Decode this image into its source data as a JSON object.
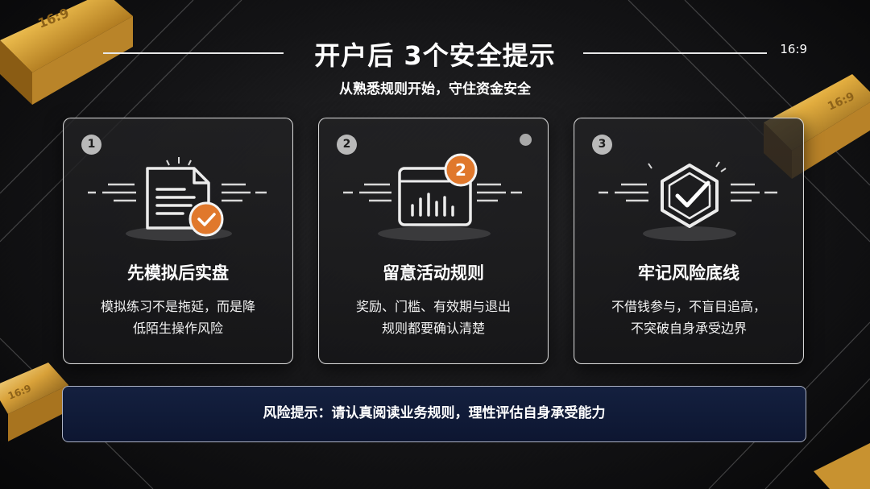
{
  "header": {
    "title": "开户后 3个安全提示",
    "subtitle": "从熟悉规则开始，守住资金安全",
    "ratio_tag": "16:9"
  },
  "gold_bar_engraving": "16:9",
  "cards": [
    {
      "number": "1",
      "title": "先模拟后实盘",
      "desc_line1": "模拟练习不是拖延，而是降",
      "desc_line2": "低陌生操作风险",
      "icon": "document-check-icon"
    },
    {
      "number": "2",
      "badge": "2",
      "title": "留意活动规则",
      "desc_line1": "奖励、门槛、有效期与退出",
      "desc_line2": "规则都要确认清楚",
      "icon": "chart-window-icon"
    },
    {
      "number": "3",
      "title": "牢记风险底线",
      "desc_line1": "不借钱参与，不盲目追高，",
      "desc_line2": "不突破自身承受边界",
      "icon": "shield-check-icon"
    }
  ],
  "notice": {
    "text": "风险提示：请认真阅读业务规则，理性评估自身承受能力"
  },
  "colors": {
    "accent_orange": "#e0782c",
    "notice_bg": "#111c3a",
    "gold": "#d4a23a"
  }
}
